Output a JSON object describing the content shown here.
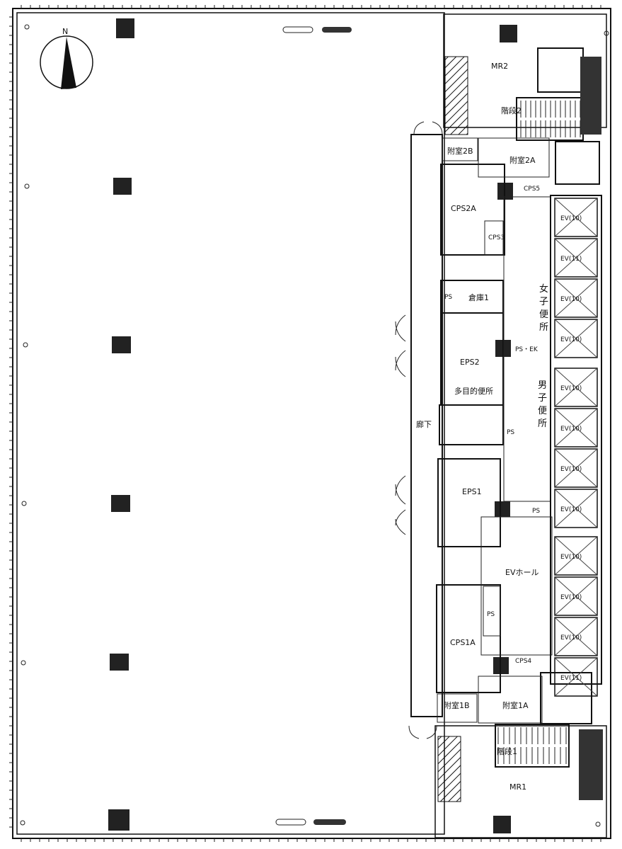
{
  "compass": {
    "north": "N"
  },
  "rooms": {
    "mr2": "MR2",
    "stair2": "階段2",
    "front2b": "附室2B",
    "front2a": "附室2A",
    "cps5": "CPS5",
    "cps2a": "CPS2A",
    "cps3": "CPS3",
    "ps_top": "PS",
    "storage1": "倉庫1",
    "womens_restroom": "女子便所",
    "eps2": "EPS2",
    "ps_ek": "PS・EK",
    "multi_restroom": "多目的便所",
    "mens_restroom": "男子便所",
    "corridor": "廊下",
    "ps_mid": "PS",
    "eps1": "EPS1",
    "ps_low": "PS",
    "ev_hall": "EVホール",
    "ps_cps1": "PS",
    "cps1a": "CPS1A",
    "cps4": "CPS4",
    "front1b": "附室1B",
    "front1a": "附室1A",
    "stair1": "階段1",
    "mr1": "MR1"
  },
  "elevators": [
    "EV(10)",
    "EV(11)",
    "EV(10)",
    "EV(10)",
    "EV(10)",
    "EV(10)",
    "EV(10)",
    "EV(10)",
    "EV(10)",
    "EV(10)",
    "EV(10)",
    "EV(11)"
  ]
}
